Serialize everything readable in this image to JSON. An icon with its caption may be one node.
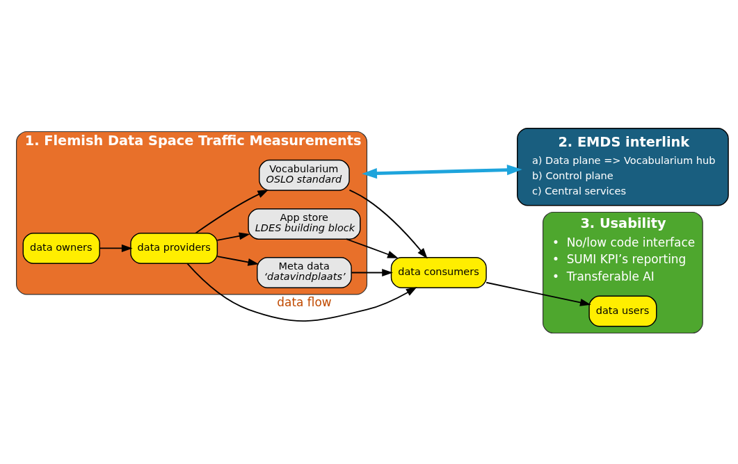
{
  "diagram": {
    "nodes": [
      {
        "text": [
          "2. EMDS interlink",
          "a) Data plane => Vocabularium hub",
          "b) Control plane",
          "c) Central services"
        ]
      },
      {
        "text": [
          "1. Flemish Data Space Traffic Measurements"
        ]
      },
      {
        "text": [
          "Vocabularium",
          "OSLO standard"
        ],
        "in": 1
      },
      {
        "text": [
          "App store",
          "LDES building block"
        ],
        "in": 1
      },
      {
        "text": [
          "Meta data",
          "‘datavindplaats’"
        ],
        "in": 1
      },
      {
        "text": [
          "data owners"
        ],
        "in": 1
      },
      {
        "text": [
          "data providers"
        ],
        "in": 1
      },
      {
        "text": [
          "data consumers"
        ]
      },
      {
        "text": [
          "3. Usability",
          "•  No/low code interface",
          "•  SUMI KPI’s reporting",
          "•  Transferable AI"
        ]
      },
      {
        "text": [
          "data users"
        ],
        "in": 8
      }
    ],
    "edges": [
      {
        "from": 1,
        "to": 0,
        "arrow": "both",
        "style": "thick",
        "color": "#1ea4dc"
      },
      {
        "from": 5,
        "to": 6,
        "arrow": "to"
      },
      {
        "from": 6,
        "to": 2,
        "arrow": "to"
      },
      {
        "from": 6,
        "to": 3,
        "arrow": "to"
      },
      {
        "from": 6,
        "to": 4,
        "arrow": "to"
      },
      {
        "from": 2,
        "to": 7,
        "arrow": "to"
      },
      {
        "from": 3,
        "to": 7,
        "arrow": "to"
      },
      {
        "from": 4,
        "to": 7,
        "arrow": "to"
      },
      {
        "from": 6,
        "to": 7,
        "arrow": "to",
        "label": "data flow"
      },
      {
        "from": 7,
        "to": 9,
        "arrow": "to"
      }
    ]
  }
}
